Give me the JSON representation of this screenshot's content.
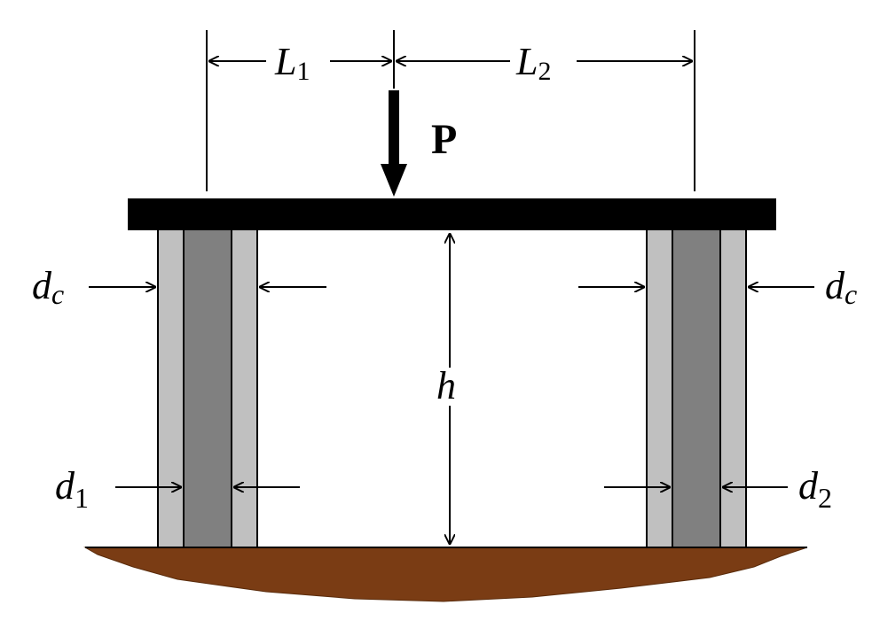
{
  "labels": {
    "L1_main": "L",
    "L1_sub": "1",
    "L2_main": "L",
    "L2_sub": "2",
    "P": "P",
    "h": "h",
    "dc_left_main": "d",
    "dc_left_sub": "c",
    "dc_right_main": "d",
    "dc_right_sub": "c",
    "d1_main": "d",
    "d1_sub": "1",
    "d2_main": "d",
    "d2_sub": "2"
  },
  "colors": {
    "beam": "#000000",
    "outer_tube": "#c0c0c0",
    "inner_core": "#808080",
    "ground": "#7a3c14",
    "line": "#000000"
  }
}
